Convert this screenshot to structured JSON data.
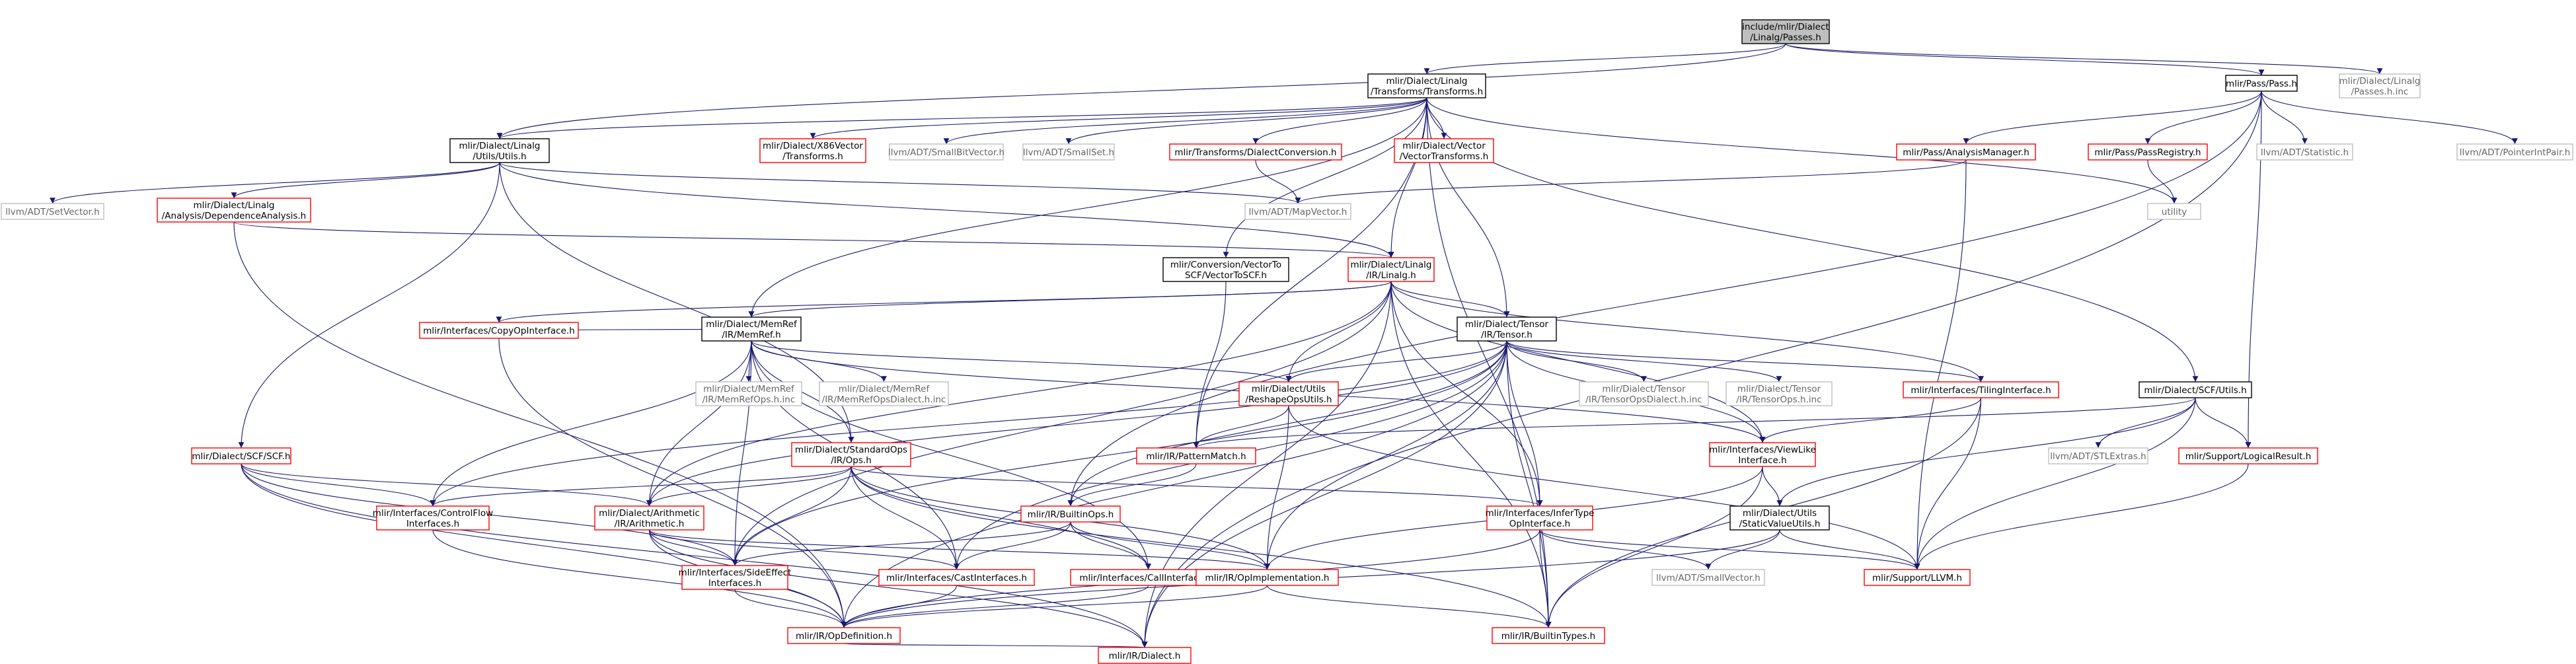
{
  "colors": {
    "red": "#ff0000",
    "gray": "#bfbfbf",
    "black": "#000000",
    "root_fill": "#bfbfbf",
    "edge": "#191970",
    "ext_text": "#666666"
  },
  "nodes": [
    {
      "id": "passes_h",
      "lines": [
        "include/mlir/Dialect",
        "/Linalg/Passes.h"
      ],
      "kind": "root"
    },
    {
      "id": "transforms_h",
      "lines": [
        "mlir/Dialect/Linalg",
        "/Transforms/Transforms.h"
      ],
      "kind": "black"
    },
    {
      "id": "pass_h",
      "lines": [
        "mlir/Pass/Pass.h"
      ],
      "kind": "black"
    },
    {
      "id": "passes_inc",
      "lines": [
        "mlir/Dialect/Linalg",
        "/Passes.h.inc"
      ],
      "kind": "gray"
    },
    {
      "id": "linalg_utils",
      "lines": [
        "mlir/Dialect/Linalg",
        "/Utils/Utils.h"
      ],
      "kind": "black"
    },
    {
      "id": "x86vector",
      "lines": [
        "mlir/Dialect/X86Vector",
        "/Transforms.h"
      ],
      "kind": "red"
    },
    {
      "id": "smallbitvector",
      "lines": [
        "llvm/ADT/SmallBitVector.h"
      ],
      "kind": "gray"
    },
    {
      "id": "smallset",
      "lines": [
        "llvm/ADT/SmallSet.h"
      ],
      "kind": "gray"
    },
    {
      "id": "dialectconversion",
      "lines": [
        "mlir/Transforms/DialectConversion.h"
      ],
      "kind": "red"
    },
    {
      "id": "vectortransforms",
      "lines": [
        "mlir/Dialect/Vector",
        "/VectorTransforms.h"
      ],
      "kind": "red"
    },
    {
      "id": "analysismanager",
      "lines": [
        "mlir/Pass/AnalysisManager.h"
      ],
      "kind": "red"
    },
    {
      "id": "passregistry",
      "lines": [
        "mlir/Pass/PassRegistry.h"
      ],
      "kind": "red"
    },
    {
      "id": "statistic",
      "lines": [
        "llvm/ADT/Statistic.h"
      ],
      "kind": "gray"
    },
    {
      "id": "pointerintpair",
      "lines": [
        "llvm/ADT/PointerIntPair.h"
      ],
      "kind": "gray"
    },
    {
      "id": "setvector",
      "lines": [
        "llvm/ADT/SetVector.h"
      ],
      "kind": "gray"
    },
    {
      "id": "depanalysis",
      "lines": [
        "mlir/Dialect/Linalg",
        "/Analysis/DependenceAnalysis.h"
      ],
      "kind": "red"
    },
    {
      "id": "mapvector",
      "lines": [
        "llvm/ADT/MapVector.h"
      ],
      "kind": "gray"
    },
    {
      "id": "utility",
      "lines": [
        "utility"
      ],
      "kind": "gray"
    },
    {
      "id": "vectortoscf",
      "lines": [
        "mlir/Conversion/VectorTo",
        "SCF/VectorToSCF.h"
      ],
      "kind": "black"
    },
    {
      "id": "linalg_h",
      "lines": [
        "mlir/Dialect/Linalg",
        "/IR/Linalg.h"
      ],
      "kind": "red"
    },
    {
      "id": "memref_h",
      "lines": [
        "mlir/Dialect/MemRef",
        "/IR/MemRef.h"
      ],
      "kind": "black"
    },
    {
      "id": "tensor_h",
      "lines": [
        "mlir/Dialect/Tensor",
        "/IR/Tensor.h"
      ],
      "kind": "black"
    },
    {
      "id": "copyop",
      "lines": [
        "mlir/Interfaces/CopyOpInterface.h"
      ],
      "kind": "red"
    },
    {
      "id": "memrefops_inc",
      "lines": [
        "mlir/Dialect/MemRef",
        "/IR/MemRefOps.h.inc"
      ],
      "kind": "gray"
    },
    {
      "id": "memrefopsdialect_inc",
      "lines": [
        "mlir/Dialect/MemRef",
        "/IR/MemRefOpsDialect.h.inc"
      ],
      "kind": "gray"
    },
    {
      "id": "reshapeopsutils",
      "lines": [
        "mlir/Dialect/Utils",
        "/ReshapeOpsUtils.h"
      ],
      "kind": "red"
    },
    {
      "id": "tensoropsdialect_inc",
      "lines": [
        "mlir/Dialect/Tensor",
        "/IR/TensorOpsDialect.h.inc"
      ],
      "kind": "gray"
    },
    {
      "id": "tensorops_inc",
      "lines": [
        "mlir/Dialect/Tensor",
        "/IR/TensorOps.h.inc"
      ],
      "kind": "gray"
    },
    {
      "id": "tilinginterface",
      "lines": [
        "mlir/Interfaces/TilingInterface.h"
      ],
      "kind": "red"
    },
    {
      "id": "scf_utils",
      "lines": [
        "mlir/Dialect/SCF/Utils.h"
      ],
      "kind": "black"
    },
    {
      "id": "scf_h",
      "lines": [
        "mlir/Dialect/SCF/SCF.h"
      ],
      "kind": "red"
    },
    {
      "id": "stdops",
      "lines": [
        "mlir/Dialect/StandardOps",
        "/IR/Ops.h"
      ],
      "kind": "red"
    },
    {
      "id": "patternmatch",
      "lines": [
        "mlir/IR/PatternMatch.h"
      ],
      "kind": "red"
    },
    {
      "id": "viewlike",
      "lines": [
        "mlir/Interfaces/ViewLike",
        "Interface.h"
      ],
      "kind": "red"
    },
    {
      "id": "stlextras",
      "lines": [
        "llvm/ADT/STLExtras.h"
      ],
      "kind": "gray"
    },
    {
      "id": "logicalresult",
      "lines": [
        "mlir/Support/LogicalResult.h"
      ],
      "kind": "red"
    },
    {
      "id": "controlflow",
      "lines": [
        "mlir/Interfaces/ControlFlow",
        "Interfaces.h"
      ],
      "kind": "red"
    },
    {
      "id": "arithmetic",
      "lines": [
        "mlir/Dialect/Arithmetic",
        "/IR/Arithmetic.h"
      ],
      "kind": "red"
    },
    {
      "id": "builtinops",
      "lines": [
        "mlir/IR/BuiltinOps.h"
      ],
      "kind": "red"
    },
    {
      "id": "infertype",
      "lines": [
        "mlir/Interfaces/InferType",
        "OpInterface.h"
      ],
      "kind": "red"
    },
    {
      "id": "staticvalueutils",
      "lines": [
        "mlir/Dialect/Utils",
        "/StaticValueUtils.h"
      ],
      "kind": "black"
    },
    {
      "id": "sideeffect",
      "lines": [
        "mlir/Interfaces/SideEffect",
        "Interfaces.h"
      ],
      "kind": "red"
    },
    {
      "id": "castinterfaces",
      "lines": [
        "mlir/Interfaces/CastInterfaces.h"
      ],
      "kind": "red"
    },
    {
      "id": "callinterfaces",
      "lines": [
        "mlir/Interfaces/CallInterfaces.h"
      ],
      "kind": "red"
    },
    {
      "id": "opimplementation",
      "lines": [
        "mlir/IR/OpImplementation.h"
      ],
      "kind": "red"
    },
    {
      "id": "smallvector",
      "lines": [
        "llvm/ADT/SmallVector.h"
      ],
      "kind": "gray"
    },
    {
      "id": "llvm_h",
      "lines": [
        "mlir/Support/LLVM.h"
      ],
      "kind": "red"
    },
    {
      "id": "opdefinition",
      "lines": [
        "mlir/IR/OpDefinition.h"
      ],
      "kind": "red"
    },
    {
      "id": "builtintypes",
      "lines": [
        "mlir/IR/BuiltinTypes.h"
      ],
      "kind": "red"
    },
    {
      "id": "dialect_h",
      "lines": [
        "mlir/IR/Dialect.h"
      ],
      "kind": "red"
    }
  ],
  "edges": [
    [
      "passes_h",
      "transforms_h"
    ],
    [
      "passes_h",
      "pass_h"
    ],
    [
      "passes_h",
      "passes_inc"
    ],
    [
      "passes_h",
      "linalg_utils"
    ],
    [
      "transforms_h",
      "linalg_utils"
    ],
    [
      "transforms_h",
      "x86vector"
    ],
    [
      "transforms_h",
      "smallbitvector"
    ],
    [
      "transforms_h",
      "smallset"
    ],
    [
      "transforms_h",
      "dialectconversion"
    ],
    [
      "transforms_h",
      "vectortransforms"
    ],
    [
      "transforms_h",
      "vectortoscf"
    ],
    [
      "transforms_h",
      "memref_h"
    ],
    [
      "transforms_h",
      "tensor_h"
    ],
    [
      "transforms_h",
      "patternmatch"
    ],
    [
      "transforms_h",
      "scf_utils"
    ],
    [
      "transforms_h",
      "utility"
    ],
    [
      "transforms_h",
      "builtintypes"
    ],
    [
      "transforms_h",
      "linalg_h"
    ],
    [
      "pass_h",
      "analysismanager"
    ],
    [
      "pass_h",
      "passregistry"
    ],
    [
      "pass_h",
      "statistic"
    ],
    [
      "pass_h",
      "pointerintpair"
    ],
    [
      "pass_h",
      "logicalresult"
    ],
    [
      "pass_h",
      "dialect_h"
    ],
    [
      "pass_h",
      "builtinops"
    ],
    [
      "linalg_utils",
      "setvector"
    ],
    [
      "linalg_utils",
      "depanalysis"
    ],
    [
      "linalg_utils",
      "scf_h"
    ],
    [
      "linalg_utils",
      "mapvector"
    ],
    [
      "linalg_utils",
      "linalg_h"
    ],
    [
      "linalg_utils",
      "stdops"
    ],
    [
      "dialectconversion",
      "mapvector"
    ],
    [
      "analysismanager",
      "mapvector"
    ],
    [
      "analysismanager",
      "llvm_h"
    ],
    [
      "passregistry",
      "utility"
    ],
    [
      "depanalysis",
      "linalg_h"
    ],
    [
      "depanalysis",
      "opdefinition"
    ],
    [
      "vectortoscf",
      "patternmatch"
    ],
    [
      "linalg_h",
      "memref_h"
    ],
    [
      "linalg_h",
      "tensor_h"
    ],
    [
      "linalg_h",
      "reshapeopsutils"
    ],
    [
      "linalg_h",
      "tilinginterface"
    ],
    [
      "linalg_h",
      "viewlike"
    ],
    [
      "linalg_h",
      "infertype"
    ],
    [
      "linalg_h",
      "copyop"
    ],
    [
      "linalg_h",
      "sideeffect"
    ],
    [
      "linalg_h",
      "arithmetic"
    ],
    [
      "linalg_h",
      "builtintypes"
    ],
    [
      "linalg_h",
      "dialect_h"
    ],
    [
      "memref_h",
      "copyop"
    ],
    [
      "memref_h",
      "memrefops_inc"
    ],
    [
      "memref_h",
      "memrefopsdialect_inc"
    ],
    [
      "memref_h",
      "reshapeopsutils"
    ],
    [
      "memref_h",
      "viewlike"
    ],
    [
      "memref_h",
      "controlflow"
    ],
    [
      "memref_h",
      "arithmetic"
    ],
    [
      "memref_h",
      "sideeffect"
    ],
    [
      "memref_h",
      "castinterfaces"
    ],
    [
      "memref_h",
      "callinterfaces"
    ],
    [
      "memref_h",
      "stdops"
    ],
    [
      "tensor_h",
      "tensoropsdialect_inc"
    ],
    [
      "tensor_h",
      "tensorops_inc"
    ],
    [
      "tensor_h",
      "tilinginterface"
    ],
    [
      "tensor_h",
      "reshapeopsutils"
    ],
    [
      "tensor_h",
      "viewlike"
    ],
    [
      "tensor_h",
      "controlflow"
    ],
    [
      "tensor_h",
      "arithmetic"
    ],
    [
      "tensor_h",
      "sideeffect"
    ],
    [
      "tensor_h",
      "castinterfaces"
    ],
    [
      "tensor_h",
      "infertype"
    ],
    [
      "tensor_h",
      "opimplementation"
    ],
    [
      "tensor_h",
      "opdefinition"
    ],
    [
      "tensor_h",
      "builtintypes"
    ],
    [
      "tensor_h",
      "dialect_h"
    ],
    [
      "tensor_h",
      "builtinops"
    ],
    [
      "copyop",
      "opdefinition"
    ],
    [
      "reshapeopsutils",
      "patternmatch"
    ],
    [
      "reshapeopsutils",
      "opimplementation"
    ],
    [
      "reshapeopsutils",
      "llvm_h"
    ],
    [
      "tilinginterface",
      "viewlike"
    ],
    [
      "tilinginterface",
      "llvm_h"
    ],
    [
      "tilinginterface",
      "builtintypes"
    ],
    [
      "scf_utils",
      "stlextras"
    ],
    [
      "scf_utils",
      "logicalresult"
    ],
    [
      "scf_utils",
      "llvm_h"
    ],
    [
      "scf_utils",
      "patternmatch"
    ],
    [
      "scf_utils",
      "staticvalueutils"
    ],
    [
      "scf_h",
      "controlflow"
    ],
    [
      "scf_h",
      "arithmetic"
    ],
    [
      "scf_h",
      "sideeffect"
    ],
    [
      "scf_h",
      "opdefinition"
    ],
    [
      "scf_h",
      "dialect_h"
    ],
    [
      "stdops",
      "controlflow"
    ],
    [
      "stdops",
      "arithmetic"
    ],
    [
      "stdops",
      "sideeffect"
    ],
    [
      "stdops",
      "castinterfaces"
    ],
    [
      "stdops",
      "callinterfaces"
    ],
    [
      "stdops",
      "infertype"
    ],
    [
      "stdops",
      "opimplementation"
    ],
    [
      "stdops",
      "builtintypes"
    ],
    [
      "patternmatch",
      "builtinops"
    ],
    [
      "viewlike",
      "opimplementation"
    ],
    [
      "viewlike",
      "staticvalueutils"
    ],
    [
      "viewlike",
      "builtintypes"
    ],
    [
      "logicalresult",
      "llvm_h"
    ],
    [
      "controlflow",
      "opdefinition"
    ],
    [
      "arithmetic",
      "sideeffect"
    ],
    [
      "arithmetic",
      "castinterfaces"
    ],
    [
      "arithmetic",
      "opimplementation"
    ],
    [
      "arithmetic",
      "opdefinition"
    ],
    [
      "arithmetic",
      "dialect_h"
    ],
    [
      "builtinops",
      "sideeffect"
    ],
    [
      "builtinops",
      "castinterfaces"
    ],
    [
      "builtinops",
      "callinterfaces"
    ],
    [
      "builtinops",
      "opimplementation"
    ],
    [
      "infertype",
      "smallvector"
    ],
    [
      "infertype",
      "llvm_h"
    ],
    [
      "infertype",
      "opdefinition"
    ],
    [
      "infertype",
      "builtintypes"
    ],
    [
      "staticvalueutils",
      "smallvector"
    ],
    [
      "staticvalueutils",
      "llvm_h"
    ],
    [
      "staticvalueutils",
      "opdefinition"
    ],
    [
      "sideeffect",
      "opdefinition"
    ],
    [
      "castinterfaces",
      "opdefinition"
    ],
    [
      "callinterfaces",
      "opdefinition"
    ],
    [
      "opimplementation",
      "opdefinition"
    ],
    [
      "opimplementation",
      "builtintypes"
    ],
    [
      "opdefinition",
      "dialect_h"
    ]
  ]
}
